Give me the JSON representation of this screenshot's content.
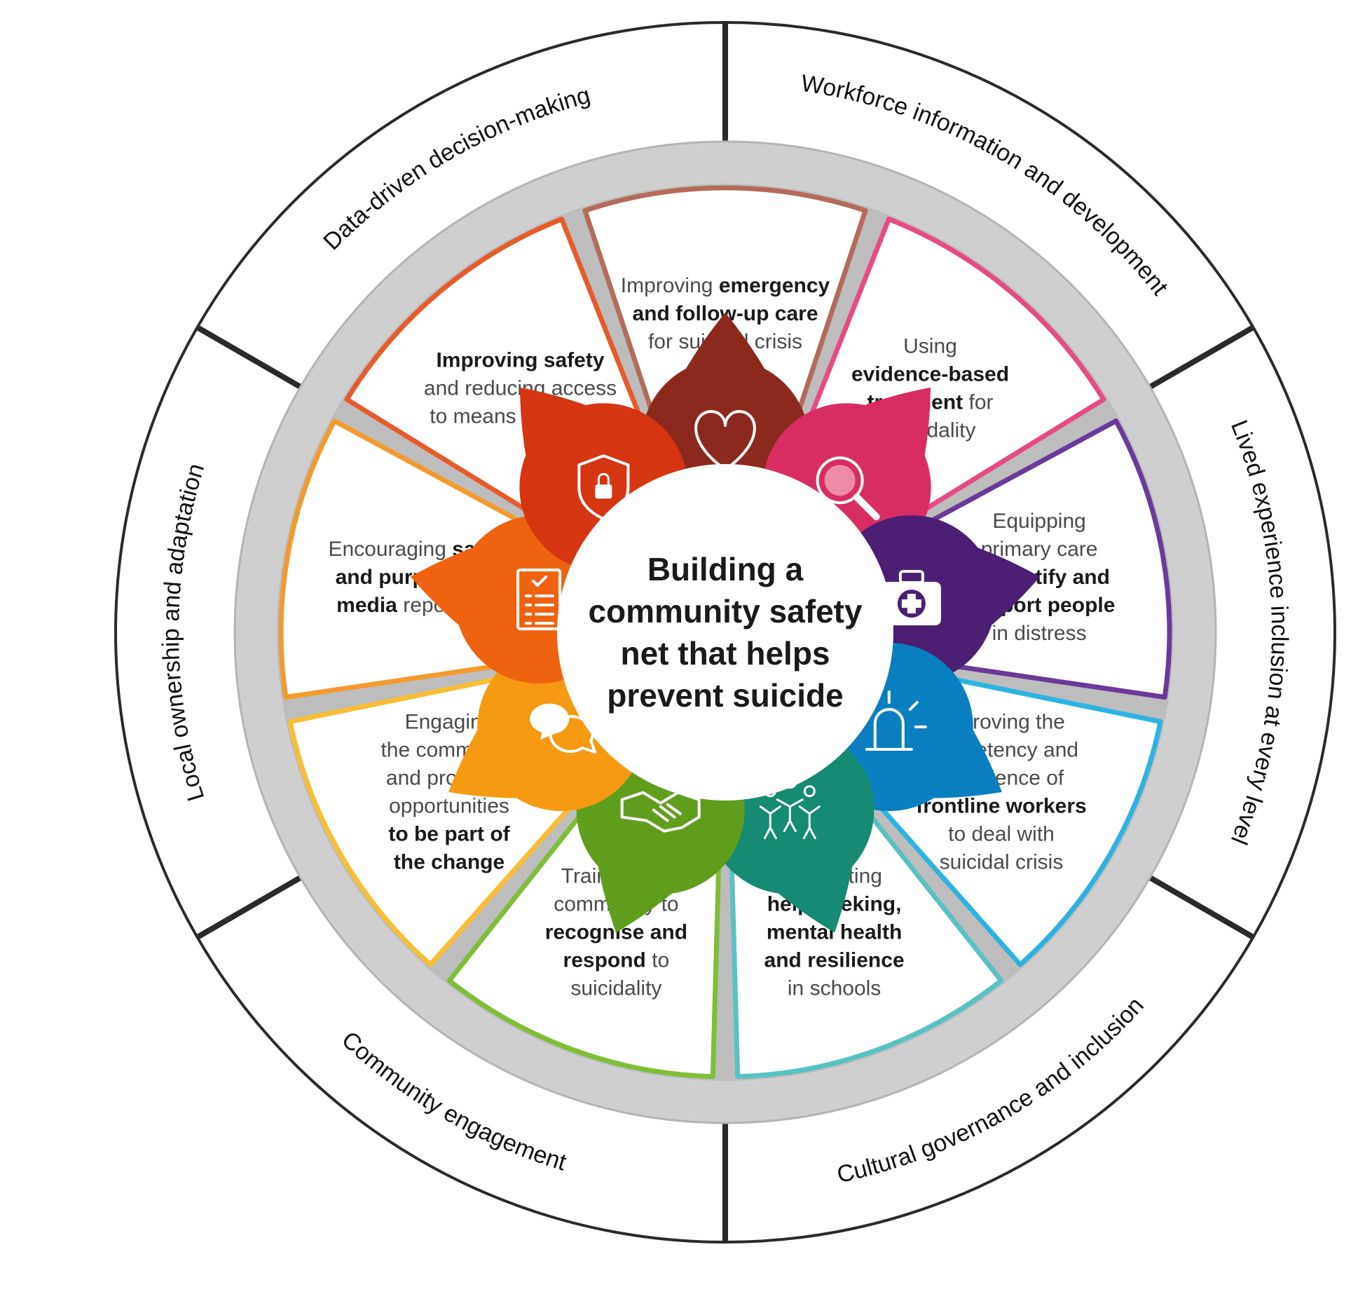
{
  "center_title": [
    "Building a",
    "community safety",
    "net that helps",
    "prevent suicide"
  ],
  "outer_ring": [
    {
      "label": "Workforce information and development"
    },
    {
      "label": "Lived experience inclusion at every level"
    },
    {
      "label": "Cultural governance and inclusion"
    },
    {
      "label": "Community engagement"
    },
    {
      "label": "Local ownership and adaptation"
    },
    {
      "label": "Data-driven decision-making"
    }
  ],
  "segments": [
    {
      "color": "#8b2a1c",
      "border": "#b56a5c",
      "icon": "heart-icon",
      "lines": [
        [
          {
            "t": "Improving ",
            "b": false
          },
          {
            "t": "emergency",
            "b": true
          }
        ],
        [
          {
            "t": "and follow-up care",
            "b": true
          }
        ],
        [
          {
            "t": "for suicidal crisis",
            "b": false
          }
        ]
      ]
    },
    {
      "color": "#d82d63",
      "border": "#e64b84",
      "icon": "magnifier-icon",
      "lines": [
        [
          {
            "t": "Using",
            "b": false
          }
        ],
        [
          {
            "t": "evidence-based",
            "b": true
          }
        ],
        [
          {
            "t": "treatment",
            "b": true
          },
          {
            "t": " for",
            "b": false
          }
        ],
        [
          {
            "t": "suicidality",
            "b": false
          }
        ]
      ]
    },
    {
      "color": "#4a1f74",
      "border": "#6a3a9a",
      "icon": "medical-kit-icon",
      "lines": [
        [
          {
            "t": "Equipping",
            "b": false
          }
        ],
        [
          {
            "t": "primary care",
            "b": false
          }
        ],
        [
          {
            "t": "to ",
            "b": false
          },
          {
            "t": "identify and",
            "b": true
          }
        ],
        [
          {
            "t": "support people",
            "b": true
          }
        ],
        [
          {
            "t": "in distress",
            "b": false
          }
        ]
      ]
    },
    {
      "color": "#0a7fc0",
      "border": "#2cb3e2",
      "icon": "alarm-light-icon",
      "lines": [
        [
          {
            "t": "Improving the",
            "b": false
          }
        ],
        [
          {
            "t": "competency and",
            "b": false
          }
        ],
        [
          {
            "t": "confidence of",
            "b": false
          }
        ],
        [
          {
            "t": "frontline workers",
            "b": true
          }
        ],
        [
          {
            "t": "to deal with",
            "b": false
          }
        ],
        [
          {
            "t": "suicidal crisis",
            "b": false
          }
        ]
      ]
    },
    {
      "color": "#168a72",
      "border": "#58c2c2",
      "icon": "children-icon",
      "lines": [
        [
          {
            "t": "Promoting",
            "b": false
          }
        ],
        [
          {
            "t": "help-seeking,",
            "b": true
          }
        ],
        [
          {
            "t": "mental health",
            "b": true
          }
        ],
        [
          {
            "t": "and resilience",
            "b": true
          }
        ],
        [
          {
            "t": "in schools",
            "b": false
          }
        ]
      ]
    },
    {
      "color": "#5f9e1c",
      "border": "#7fbe35",
      "icon": "handshake-icon",
      "lines": [
        [
          {
            "t": "Training the",
            "b": false
          }
        ],
        [
          {
            "t": "community to",
            "b": false
          }
        ],
        [
          {
            "t": "recognise and",
            "b": true
          }
        ],
        [
          {
            "t": "respond",
            "b": true
          },
          {
            "t": " to",
            "b": false
          }
        ],
        [
          {
            "t": "suicidality",
            "b": false
          }
        ]
      ]
    },
    {
      "color": "#f59a12",
      "border": "#f9be33",
      "icon": "speech-bubbles-icon",
      "lines": [
        [
          {
            "t": "Engaging",
            "b": false
          }
        ],
        [
          {
            "t": "the community",
            "b": false
          }
        ],
        [
          {
            "t": "and providing",
            "b": false
          }
        ],
        [
          {
            "t": "opportunities",
            "b": false
          }
        ],
        [
          {
            "t": "to be part of",
            "b": true
          }
        ],
        [
          {
            "t": "the change",
            "b": true
          }
        ]
      ]
    },
    {
      "color": "#ef6310",
      "border": "#f39a2e",
      "icon": "checklist-icon",
      "lines": [
        [
          {
            "t": "Encouraging ",
            "b": false
          },
          {
            "t": "safe",
            "b": true
          }
        ],
        [
          {
            "t": "and purposeful",
            "b": true
          }
        ],
        [
          {
            "t": "media",
            "b": true
          },
          {
            "t": " reporting",
            "b": false
          }
        ]
      ]
    },
    {
      "color": "#d63512",
      "border": "#e85a2a",
      "icon": "shield-lock-icon",
      "lines": [
        [
          {
            "t": "Improving safety",
            "b": true
          }
        ],
        [
          {
            "t": "and reducing access",
            "b": false
          }
        ],
        [
          {
            "t": "to means of suicide",
            "b": false
          }
        ]
      ]
    }
  ]
}
